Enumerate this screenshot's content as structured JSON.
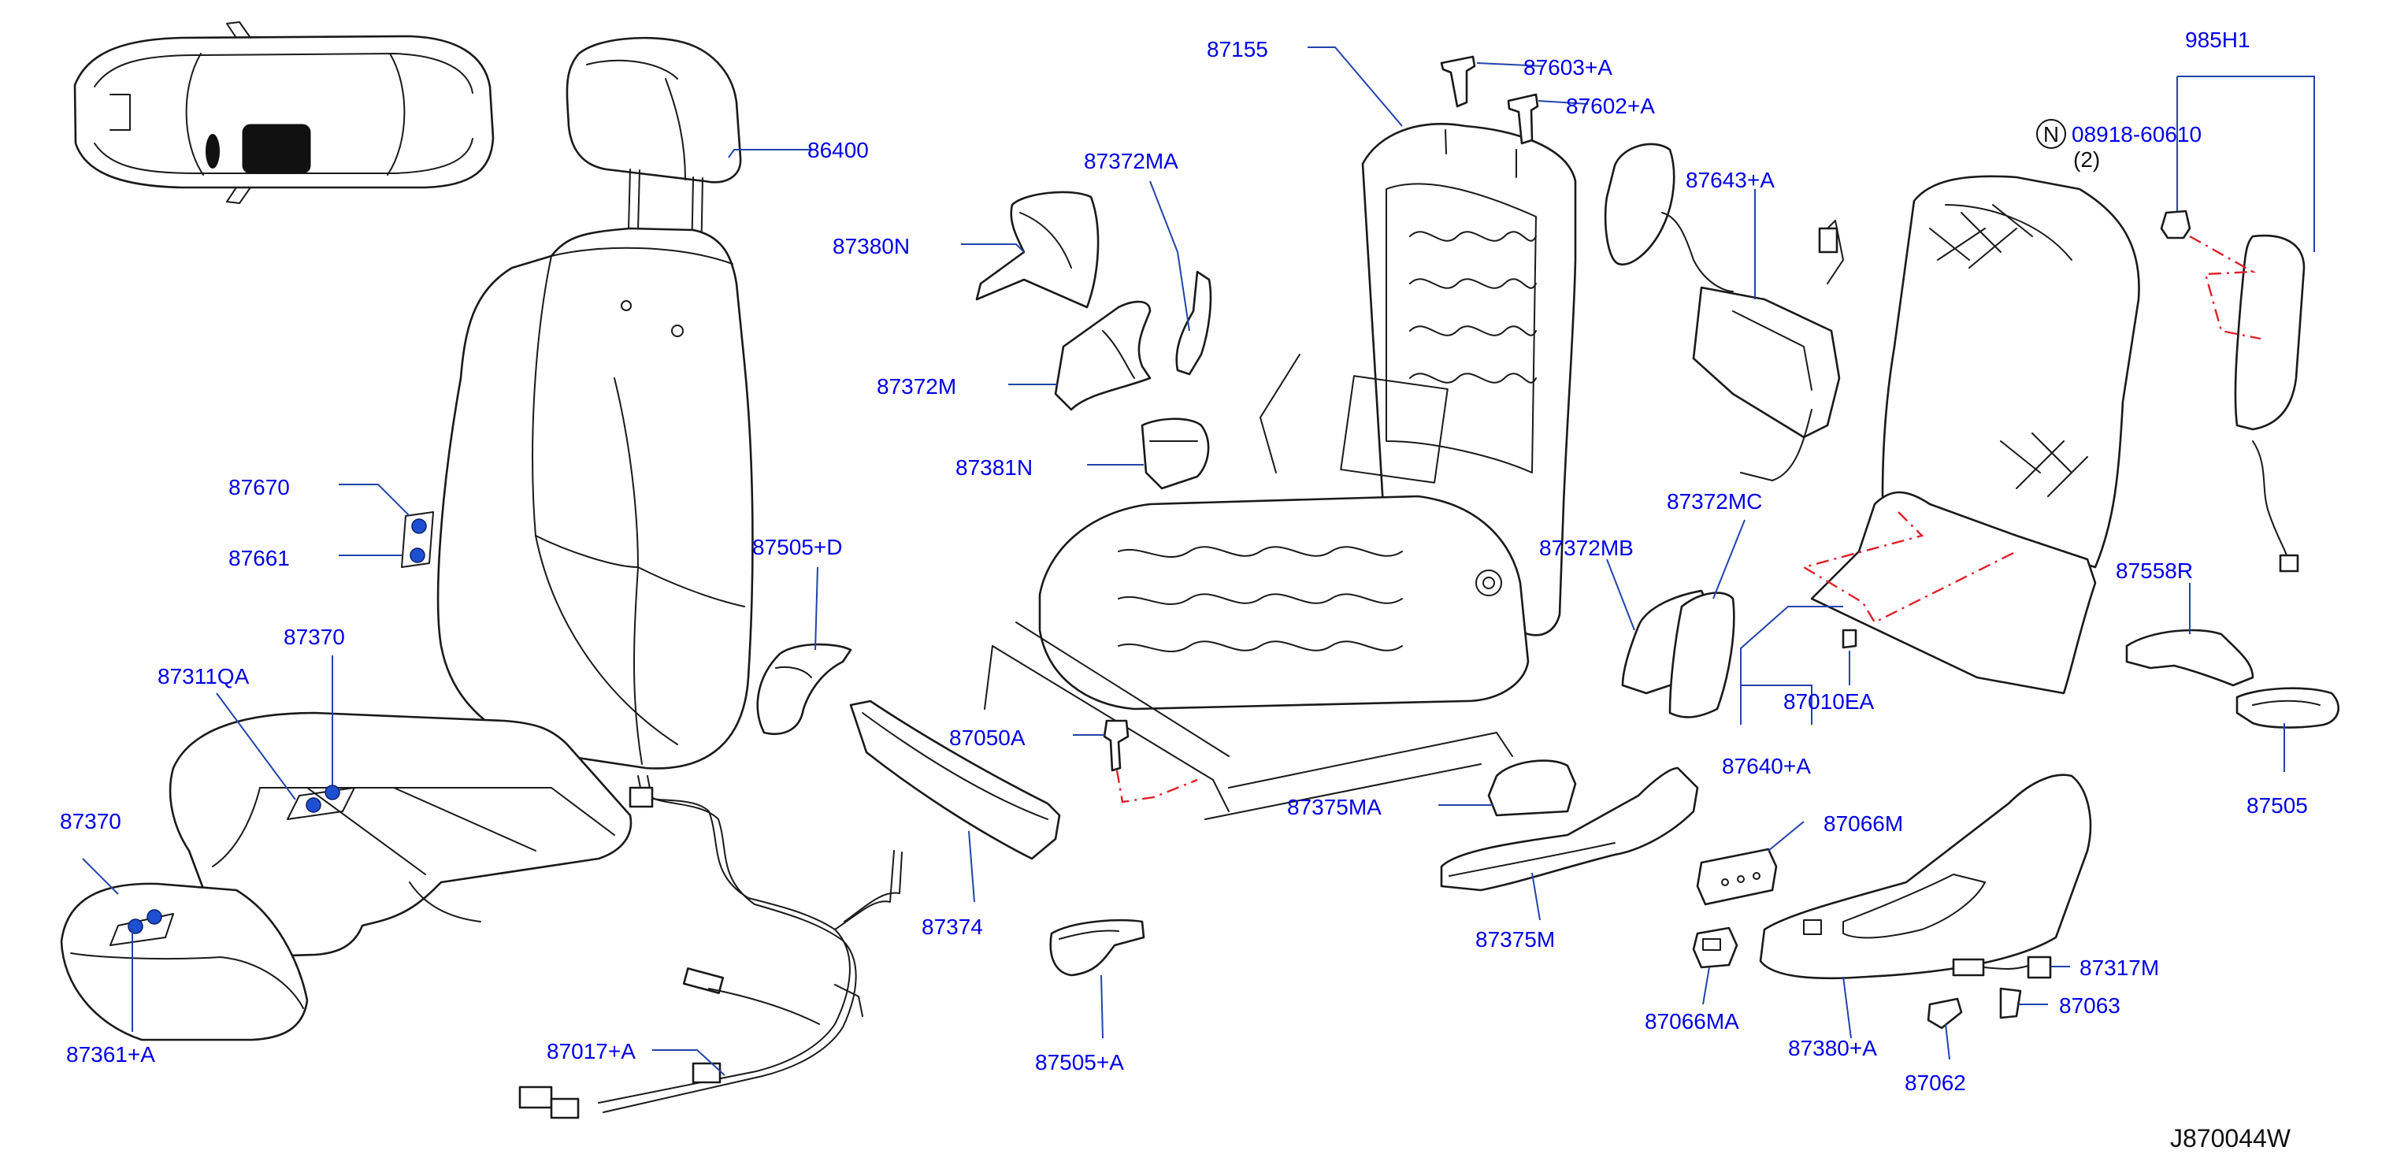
{
  "labels": {
    "l86400": "86400",
    "l87155": "87155",
    "l87603A": "87603+A",
    "l87602A": "87602+A",
    "l985H1": "985H1",
    "l08918": "08918-60610",
    "lN": "N",
    "lQty2": "(2)",
    "l87372MA": "87372MA",
    "l87380N": "87380N",
    "l87643A": "87643+A",
    "l87372M": "87372M",
    "l87381N": "87381N",
    "l87670": "87670",
    "l87661": "87661",
    "l87505D": "87505+D",
    "l87372MC": "87372MC",
    "l87372MB": "87372MB",
    "l87558R": "87558R",
    "l87370a": "87370",
    "l87311QA": "87311QA",
    "l87010EA": "87010EA",
    "l87050A": "87050A",
    "l87640A": "87640+A",
    "l87505": "87505",
    "l87370b": "87370",
    "l87375MA": "87375MA",
    "l87066M": "87066M",
    "l87374": "87374",
    "l87375M": "87375M",
    "l87317M": "87317M",
    "l87063": "87063",
    "l87066MA": "87066MA",
    "l87017A": "87017+A",
    "l87361A": "87361+A",
    "l87505A": "87505+A",
    "l87380A": "87380+A",
    "l87062": "87062"
  },
  "diagram_code": "J870044W",
  "colors": {
    "label": "#0000e6",
    "leader": "#2244aa",
    "phantom_line": "#e0202a",
    "marker_dot": "#1f4fd1"
  }
}
